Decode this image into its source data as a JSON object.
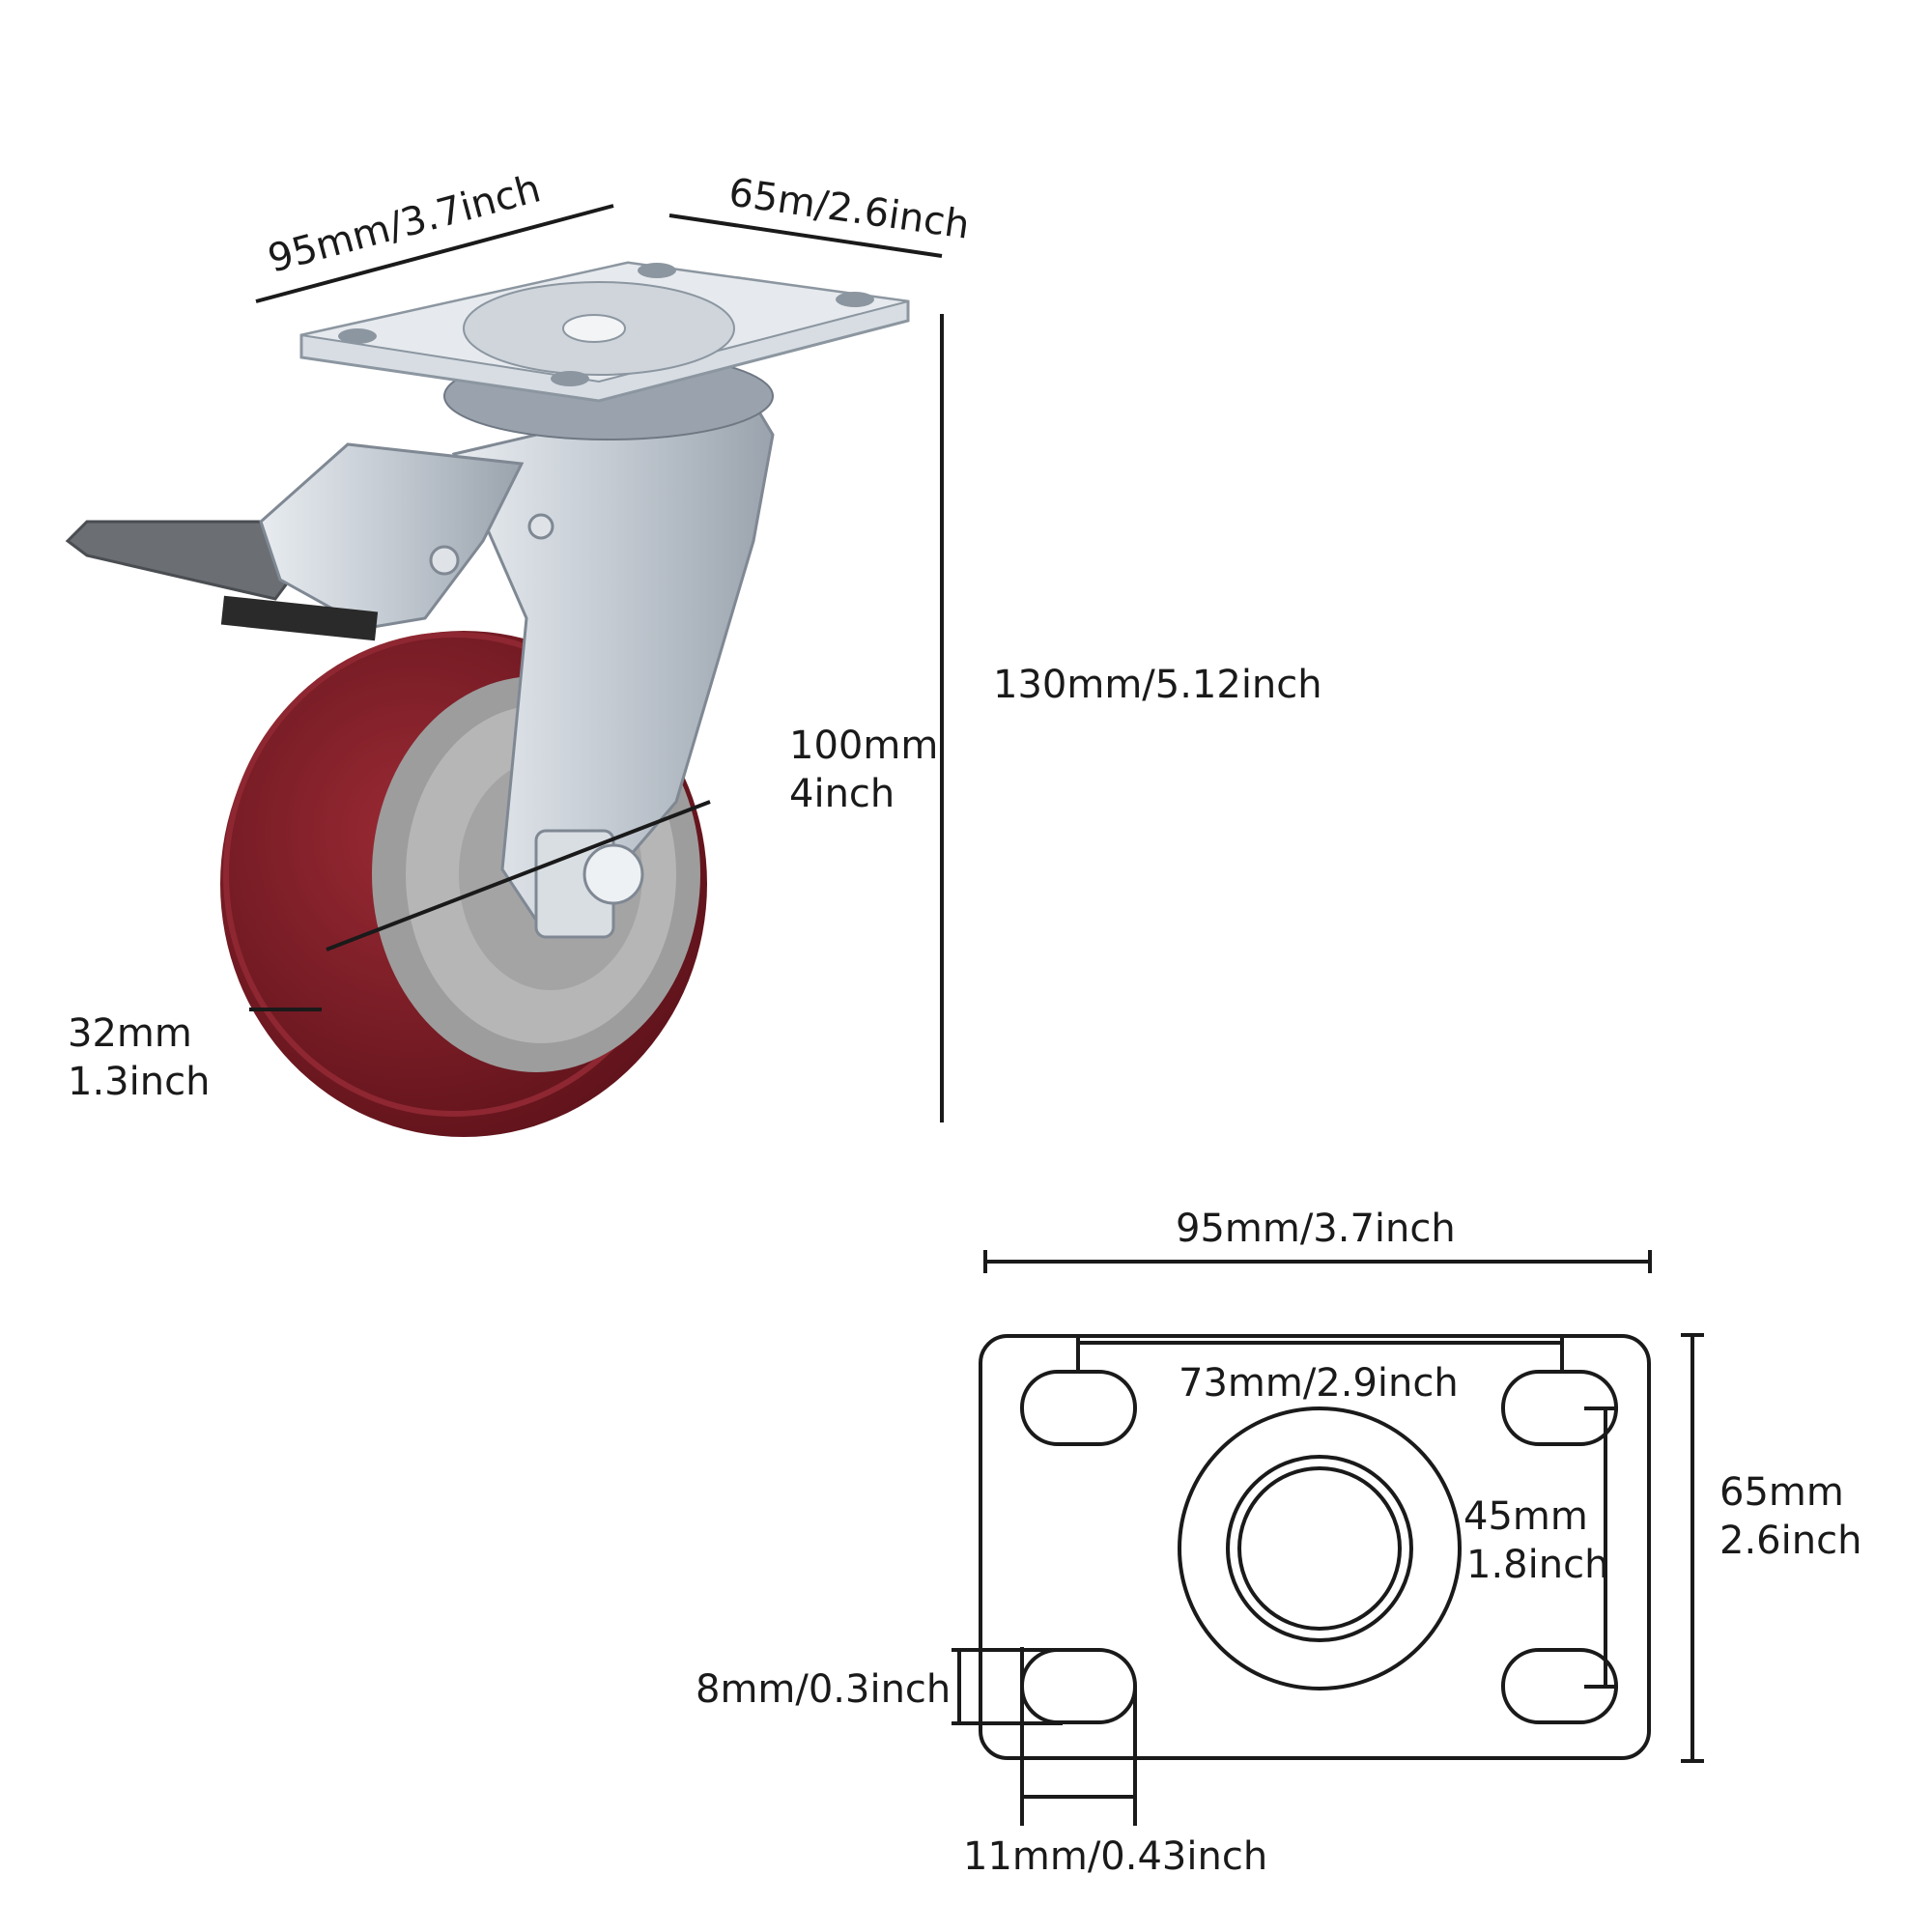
{
  "colors": {
    "line": "#1a1a1a",
    "wheel_tread": "#7a1c24",
    "wheel_tread_dark": "#5a1018",
    "hub": "#a7a7a7",
    "hub_light": "#c4c4c4",
    "metal": "#c5ccd4",
    "metal_dark": "#8c96a0",
    "metal_light": "#e6eaee",
    "brake_pedal": "#6b6e73"
  },
  "product_view": {
    "top_plate_length": "95mm/3.7inch",
    "top_plate_width": "65m/2.6inch",
    "total_height": "130mm/5.12inch",
    "wheel_diameter_mm": "100mm",
    "wheel_diameter_inch": "4inch",
    "wheel_width_mm": "32mm",
    "wheel_width_inch": "1.3inch"
  },
  "plate_view": {
    "overall_length": "95mm/3.7inch",
    "hole_spacing_length": "73mm/2.9inch",
    "hole_spacing_width_mm": "45mm",
    "hole_spacing_width_inch": "1.8inch",
    "overall_width_mm": "65mm",
    "overall_width_inch": "2.6inch",
    "slot_width": "8mm/0.3inch",
    "slot_length": "11mm/0.43inch"
  }
}
